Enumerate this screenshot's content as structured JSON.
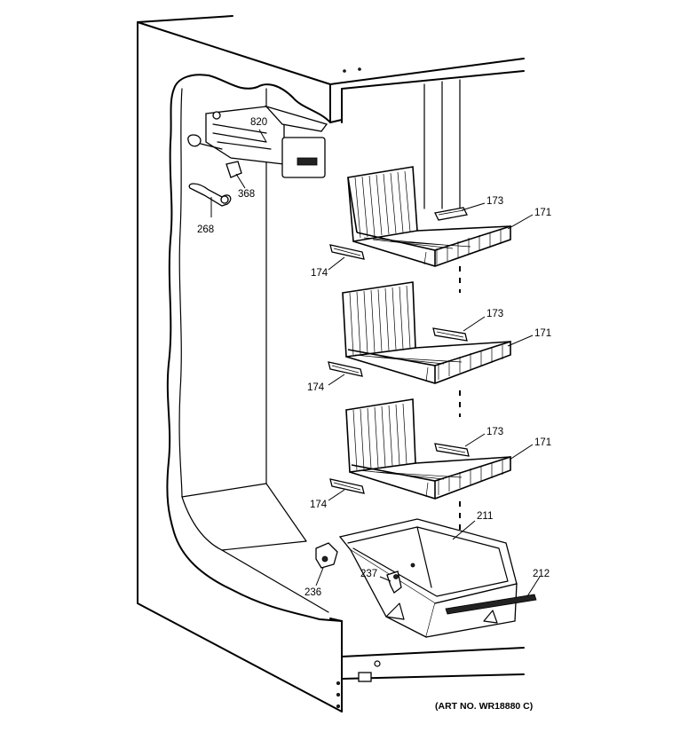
{
  "labels": {
    "p820": "820",
    "p368": "368",
    "p268": "268",
    "p173a": "173",
    "p171a": "171",
    "p174a": "174",
    "p173b": "173",
    "p171b": "171",
    "p174b": "174",
    "p173c": "173",
    "p171c": "171",
    "p174c": "174",
    "p211": "211",
    "p237": "237",
    "p212": "212",
    "p236": "236"
  },
  "art_number": "(ART NO. WR18880 C)"
}
